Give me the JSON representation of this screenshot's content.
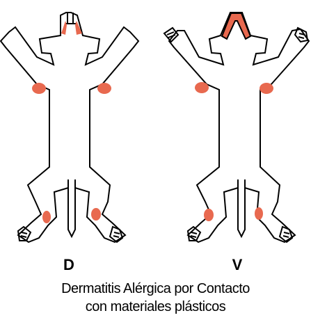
{
  "views": [
    {
      "id": "dorsal",
      "label": "D"
    },
    {
      "id": "ventral",
      "label": "V"
    }
  ],
  "caption": {
    "line1": "Dermatitis Alérgica por Contacto",
    "line2": "con materiales plásticos"
  },
  "colors": {
    "outline": "#000000",
    "patch": "#e8694f",
    "background": "#ffffff"
  },
  "affected_regions": [
    "head",
    "left-elbow",
    "right-elbow",
    "left-knee",
    "right-knee"
  ]
}
